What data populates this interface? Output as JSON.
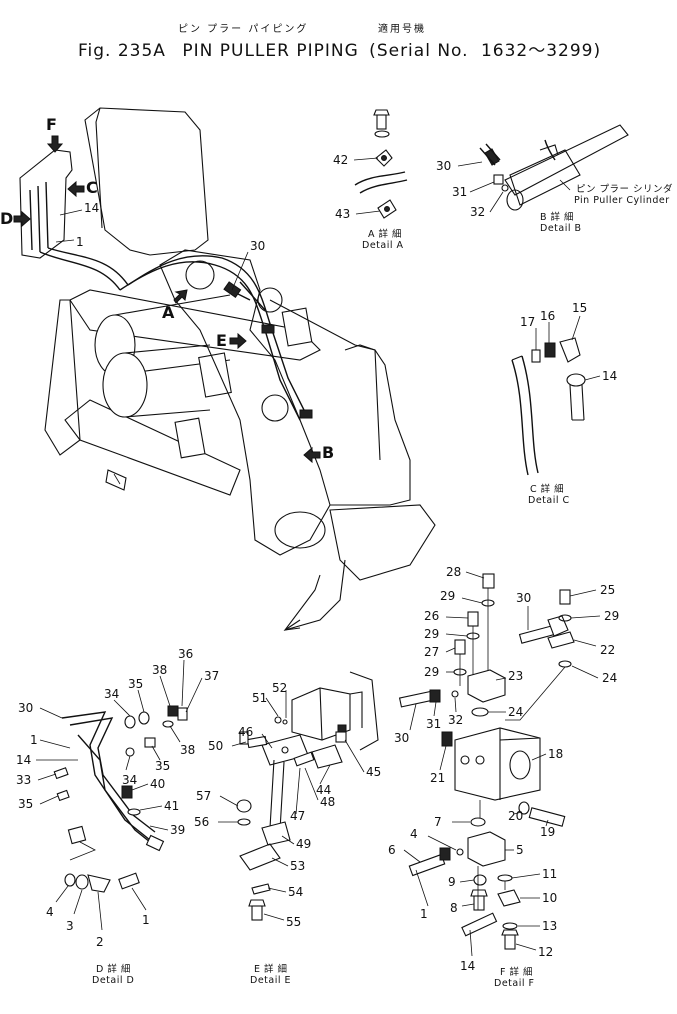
{
  "title": {
    "jp_main": "ピン プラー パイピング",
    "jp_serial": "適用号機",
    "fig_label": "Fig. 235A",
    "name": "PIN PULLER PIPING",
    "serial_label": "Serial No.",
    "serial_range": "1632～3299"
  },
  "view_arrows": [
    "F",
    "C",
    "D",
    "A",
    "E",
    "B"
  ],
  "details": {
    "A": {
      "jp": "A 詳 細",
      "en": "Detail A"
    },
    "B": {
      "jp": "B 詳 細",
      "en": "Detail B",
      "caption_jp": "ピン プラー シリンダ",
      "caption_en": "Pin Puller Cylinder"
    },
    "C": {
      "jp": "C 詳 細",
      "en": "Detail C"
    },
    "D": {
      "jp": "D 詳 細",
      "en": "Detail D"
    },
    "E": {
      "jp": "E 詳 細",
      "en": "Detail E"
    },
    "F": {
      "jp": "F 詳 細",
      "en": "Detail F"
    }
  },
  "part_numbers": {
    "main": [
      "30",
      "14",
      "1"
    ],
    "detail_a": [
      "42",
      "43"
    ],
    "detail_b": [
      "30",
      "31",
      "32"
    ],
    "detail_c": [
      "17",
      "16",
      "15",
      "14"
    ],
    "detail_d": [
      "30",
      "1",
      "14",
      "33",
      "35",
      "34",
      "35",
      "38",
      "36",
      "37",
      "38",
      "35",
      "34",
      "40",
      "41",
      "39",
      "4",
      "3",
      "2",
      "1"
    ],
    "detail_e": [
      "51",
      "52",
      "46",
      "50",
      "44",
      "45",
      "48",
      "57",
      "47",
      "56",
      "49",
      "53",
      "54",
      "55"
    ],
    "detail_f": [
      "28",
      "29",
      "26",
      "29",
      "27",
      "29",
      "30",
      "25",
      "29",
      "22",
      "23",
      "24",
      "30",
      "31",
      "32",
      "24",
      "18",
      "21",
      "20",
      "19",
      "7",
      "4",
      "5",
      "6",
      "9",
      "11",
      "10",
      "8",
      "1",
      "13",
      "12",
      "14"
    ]
  }
}
